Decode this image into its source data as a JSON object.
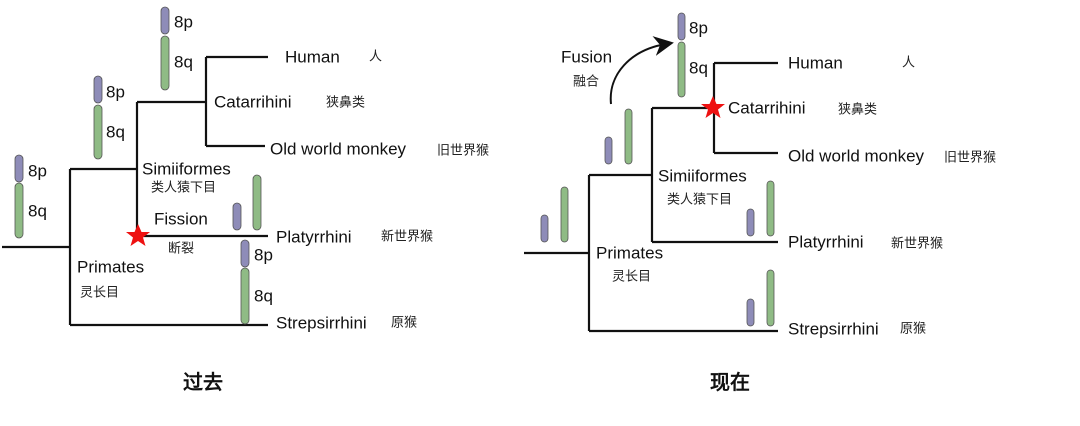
{
  "colors": {
    "p_arm": "#8e8cb8",
    "q_arm": "#8fbb85",
    "event_star": "#ee1111"
  },
  "chromosome_labels": {
    "p": "8p",
    "q": "8q"
  },
  "past": {
    "title": "过去",
    "event": {
      "en": "Fission",
      "zh": "断裂"
    },
    "taxa": {
      "human": {
        "en": "Human",
        "zh": "人"
      },
      "catarrhini": {
        "en": "Catarrihini",
        "zh": "狭鼻类"
      },
      "owm": {
        "en": "Old world monkey",
        "zh": "旧世界猴"
      },
      "simiiformes": {
        "en": "Simiiformes",
        "zh": "类人猿下目"
      },
      "platyrrhini": {
        "en": "Platyrrhini",
        "zh": "新世界猴"
      },
      "primates": {
        "en": "Primates",
        "zh": "灵长目"
      },
      "strepsirrhini": {
        "en": "Strepsirrhini",
        "zh": "原猴"
      }
    }
  },
  "present": {
    "title": "现在",
    "event": {
      "en": "Fusion",
      "zh": "融合"
    },
    "taxa": {
      "human": {
        "en": "Human",
        "zh": "人"
      },
      "catarrhini": {
        "en": "Catarrihini",
        "zh": "狭鼻类"
      },
      "owm": {
        "en": "Old world monkey",
        "zh": "旧世界猴"
      },
      "simiiformes": {
        "en": "Simiiformes",
        "zh": "类人猿下目"
      },
      "platyrrhini": {
        "en": "Platyrrhini",
        "zh": "新世界猴"
      },
      "primates": {
        "en": "Primates",
        "zh": "灵长目"
      },
      "strepsirrhini": {
        "en": "Strepsirrhini",
        "zh": "原猴"
      }
    }
  }
}
